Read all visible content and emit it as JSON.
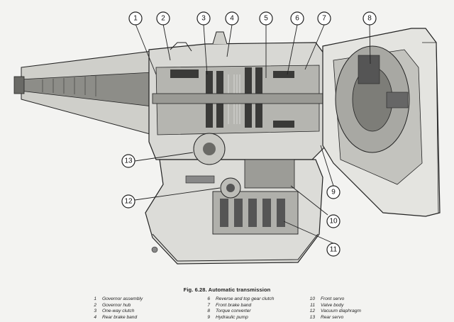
{
  "figure": {
    "caption": "Fig. 6.28. Automatic transmission",
    "callouts": [
      {
        "id": "1",
        "label": "1"
      },
      {
        "id": "2",
        "label": "2"
      },
      {
        "id": "3",
        "label": "3"
      },
      {
        "id": "4",
        "label": "4"
      },
      {
        "id": "5",
        "label": "5"
      },
      {
        "id": "6",
        "label": "6"
      },
      {
        "id": "7",
        "label": "7"
      },
      {
        "id": "8",
        "label": "8"
      },
      {
        "id": "9",
        "label": "9"
      },
      {
        "id": "10",
        "label": "10"
      },
      {
        "id": "11",
        "label": "11"
      },
      {
        "id": "12",
        "label": "12"
      },
      {
        "id": "13",
        "label": "13"
      }
    ]
  },
  "legend": {
    "col1": [
      {
        "num": "1",
        "text": "Governor assembly"
      },
      {
        "num": "2",
        "text": "Governor hub"
      },
      {
        "num": "3",
        "text": "One-way clutch"
      },
      {
        "num": "4",
        "text": "Rear brake band"
      }
    ],
    "col2": [
      {
        "num": "6",
        "text": "Reverse and top gear clutch"
      },
      {
        "num": "7",
        "text": "Front brake band"
      },
      {
        "num": "8",
        "text": "Torque converter"
      },
      {
        "num": "9",
        "text": "Hydraulic pump"
      }
    ],
    "col3": [
      {
        "num": "10",
        "text": "Front servo"
      },
      {
        "num": "11",
        "text": "Valve body"
      },
      {
        "num": "12",
        "text": "Vacuum diaphragm"
      },
      {
        "num": "13",
        "text": "Rear servo"
      }
    ]
  },
  "colors": {
    "line": "#222222",
    "paper": "#f3f3f1",
    "metal_light": "#d8d8d4",
    "metal_mid": "#a9a9a4",
    "metal_dark": "#3a3a38"
  }
}
